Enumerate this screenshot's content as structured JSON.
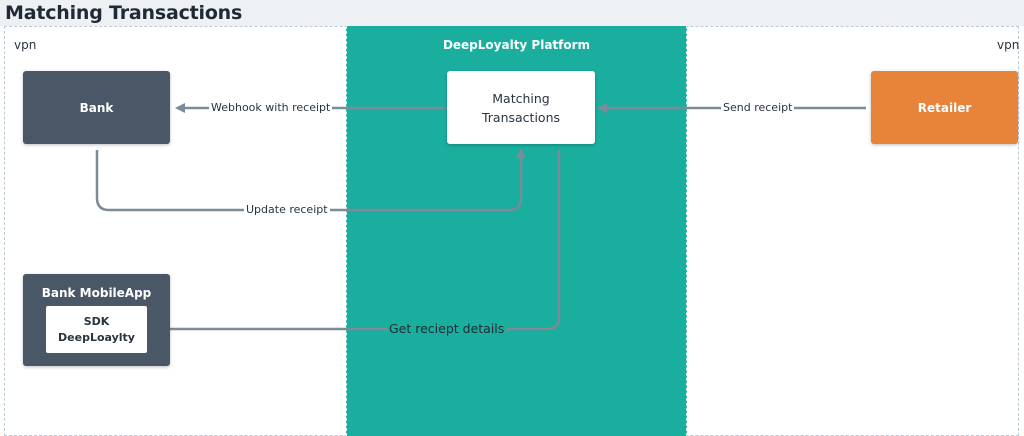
{
  "page": {
    "title": "Matching Transactions"
  },
  "zones": {
    "left_vpn": "vpn",
    "right_vpn": "vpn"
  },
  "platform": {
    "title": "DeepLoyalty Platform"
  },
  "nodes": {
    "bank": "Bank",
    "matching": "Matching\nTransactions",
    "retailer": "Retailer",
    "mobile_app": "Bank MobileApp",
    "sdk": "SDK\nDeepLoaylty"
  },
  "edges": {
    "send_receipt": "Send receipt",
    "webhook": "Webhook with receipt",
    "update_receipt": "Update receipt",
    "get_details": "Get reciept details"
  },
  "colors": {
    "platform": "#1aae9f",
    "dark_node": "#4a5766",
    "retailer": "#e8833a",
    "connector": "#7d8a97"
  }
}
